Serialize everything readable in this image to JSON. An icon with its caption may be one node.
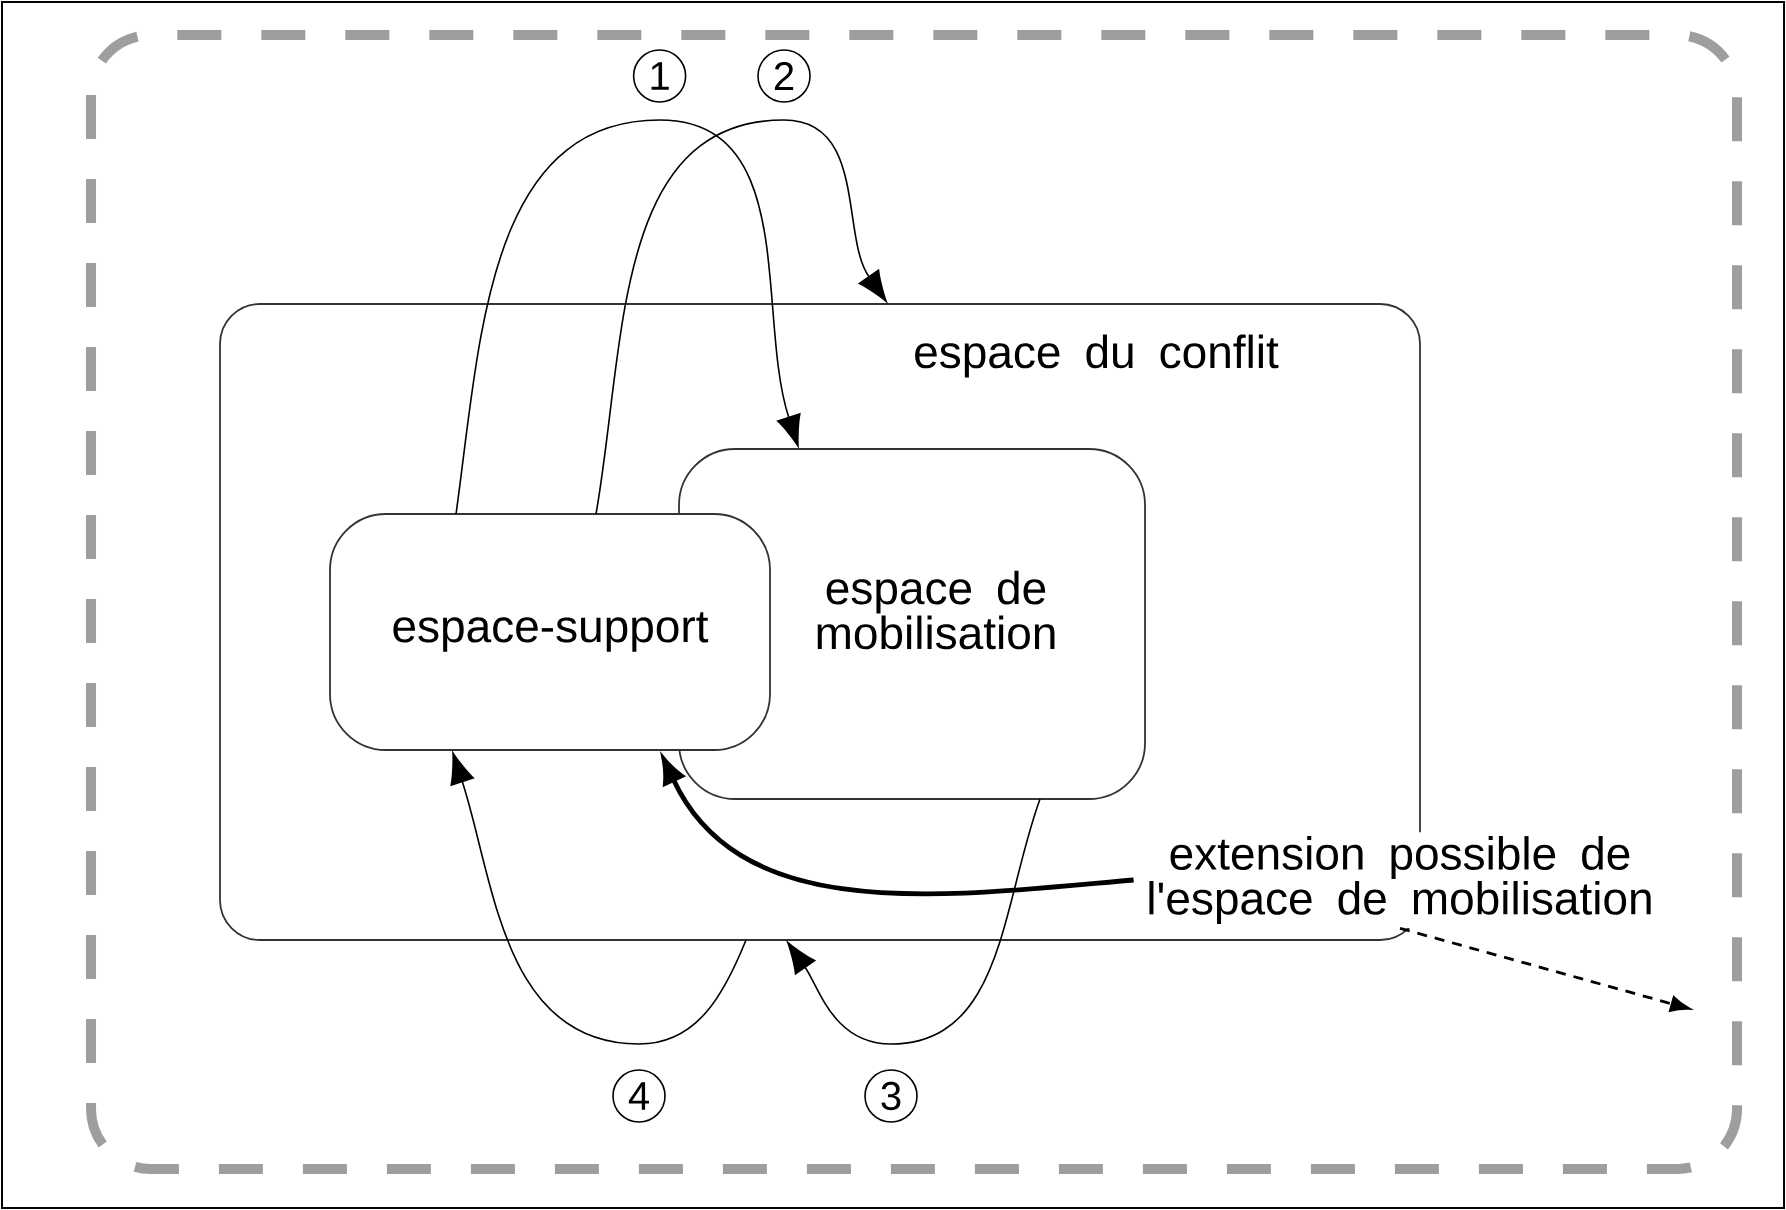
{
  "diagram": {
    "nodes": [
      {
        "text": [
          "espace du conflit"
        ]
      },
      {
        "text": [
          "espace de mobilisation"
        ],
        "in": 0
      },
      {
        "text": [
          "espace-support"
        ],
        "in": 0
      },
      {
        "text": [
          "extension possible de l'espace de mobilisation"
        ]
      }
    ],
    "edges": [
      {
        "from": 2,
        "to": 1,
        "arrow": "to",
        "label": "1"
      },
      {
        "from": 2,
        "to": 0,
        "arrow": "to",
        "label": "2"
      },
      {
        "from": 1,
        "to": 0,
        "arrow": "to",
        "label": "3"
      },
      {
        "from": 0,
        "to": 2,
        "arrow": "to",
        "label": "4"
      },
      {
        "from": 3,
        "to": 2,
        "arrow": "to",
        "style": "thick"
      },
      {
        "from": 3,
        "to": null,
        "arrow": "to",
        "style": "dashed"
      }
    ]
  }
}
